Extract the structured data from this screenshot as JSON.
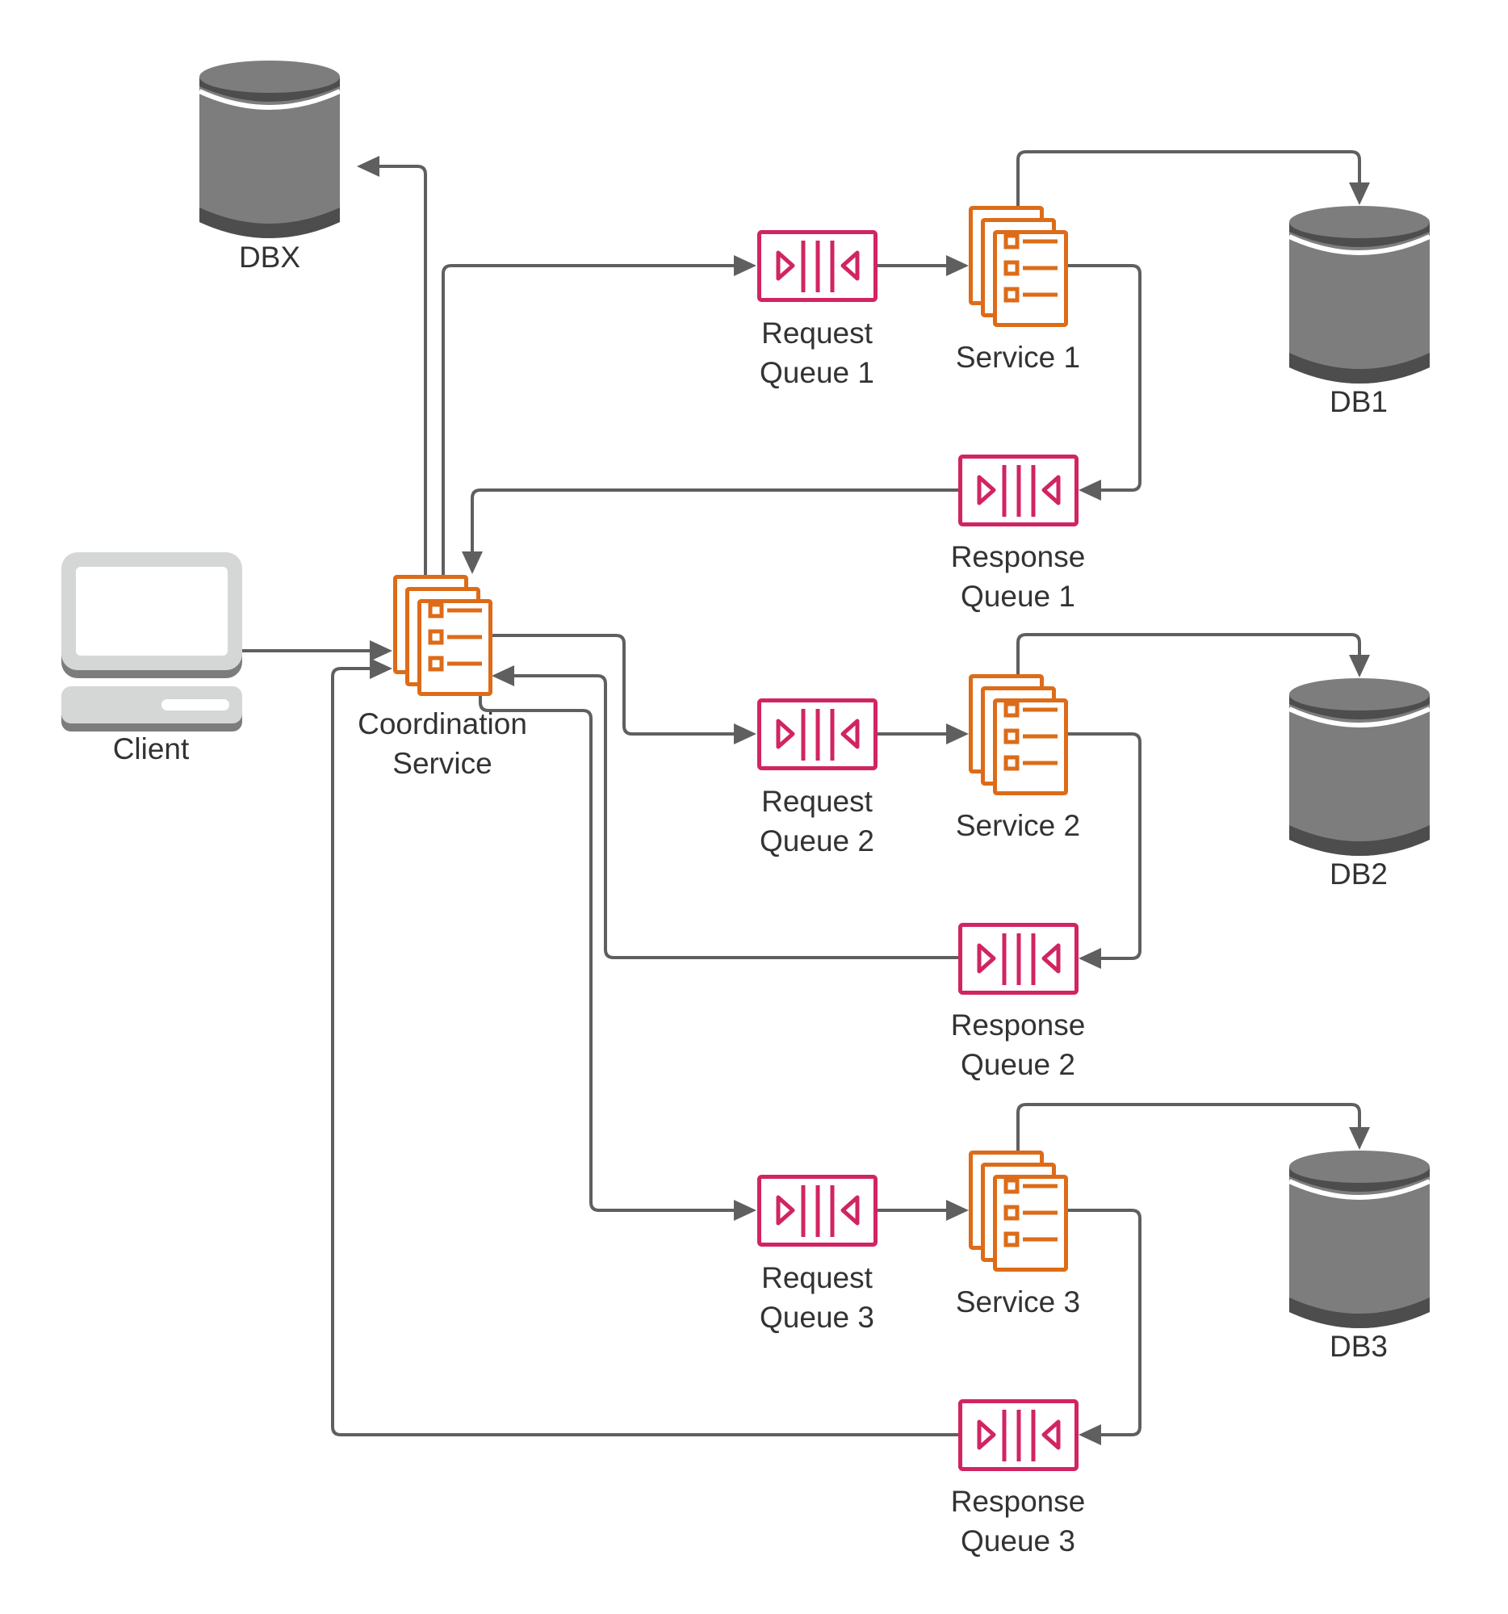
{
  "colors": {
    "queue": "#D12463",
    "service": "#DD6B18",
    "database": "#7d7d7d",
    "database_dark": "#4d4d4d",
    "client_light": "#d5d6d6",
    "client_dark": "#7c7c7c",
    "connector": "#5f5f5f",
    "text": "#333333"
  },
  "nodes": {
    "dbx": {
      "label": "DBX",
      "icon": "database-icon"
    },
    "client": {
      "label": "Client",
      "icon": "desktop-computer-icon"
    },
    "coordination": {
      "label_line1": "Coordination",
      "label_line2": "Service",
      "icon": "service-documents-icon"
    },
    "rows": [
      {
        "request_queue": {
          "line1": "Request",
          "line2": "Queue 1",
          "icon": "queue-icon"
        },
        "service": {
          "label": "Service 1",
          "icon": "service-documents-icon"
        },
        "db": {
          "label": "DB1",
          "icon": "database-icon"
        },
        "response_queue": {
          "line1": "Response",
          "line2": "Queue 1",
          "icon": "queue-icon"
        }
      },
      {
        "request_queue": {
          "line1": "Request",
          "line2": "Queue 2",
          "icon": "queue-icon"
        },
        "service": {
          "label": "Service 2",
          "icon": "service-documents-icon"
        },
        "db": {
          "label": "DB2",
          "icon": "database-icon"
        },
        "response_queue": {
          "line1": "Response",
          "line2": "Queue 2",
          "icon": "queue-icon"
        }
      },
      {
        "request_queue": {
          "line1": "Request",
          "line2": "Queue 3",
          "icon": "queue-icon"
        },
        "service": {
          "label": "Service 3",
          "icon": "service-documents-icon"
        },
        "db": {
          "label": "DB3",
          "icon": "database-icon"
        },
        "response_queue": {
          "line1": "Response",
          "line2": "Queue 3",
          "icon": "queue-icon"
        }
      }
    ]
  },
  "edges": [
    {
      "from": "Client",
      "to": "Coordination Service"
    },
    {
      "from": "Coordination Service",
      "to": "DBX"
    },
    {
      "from": "Coordination Service",
      "to": "Request Queue 1"
    },
    {
      "from": "Request Queue 1",
      "to": "Service 1"
    },
    {
      "from": "Service 1",
      "to": "DB1"
    },
    {
      "from": "Service 1",
      "to": "Response Queue 1"
    },
    {
      "from": "Response Queue 1",
      "to": "Coordination Service"
    },
    {
      "from": "Coordination Service",
      "to": "Request Queue 2"
    },
    {
      "from": "Request Queue 2",
      "to": "Service 2"
    },
    {
      "from": "Service 2",
      "to": "DB2"
    },
    {
      "from": "Service 2",
      "to": "Response Queue 2"
    },
    {
      "from": "Response Queue 2",
      "to": "Coordination Service"
    },
    {
      "from": "Coordination Service",
      "to": "Request Queue 3"
    },
    {
      "from": "Request Queue 3",
      "to": "Service 3"
    },
    {
      "from": "Service 3",
      "to": "DB3"
    },
    {
      "from": "Service 3",
      "to": "Response Queue 3"
    },
    {
      "from": "Response Queue 3",
      "to": "Coordination Service"
    }
  ]
}
